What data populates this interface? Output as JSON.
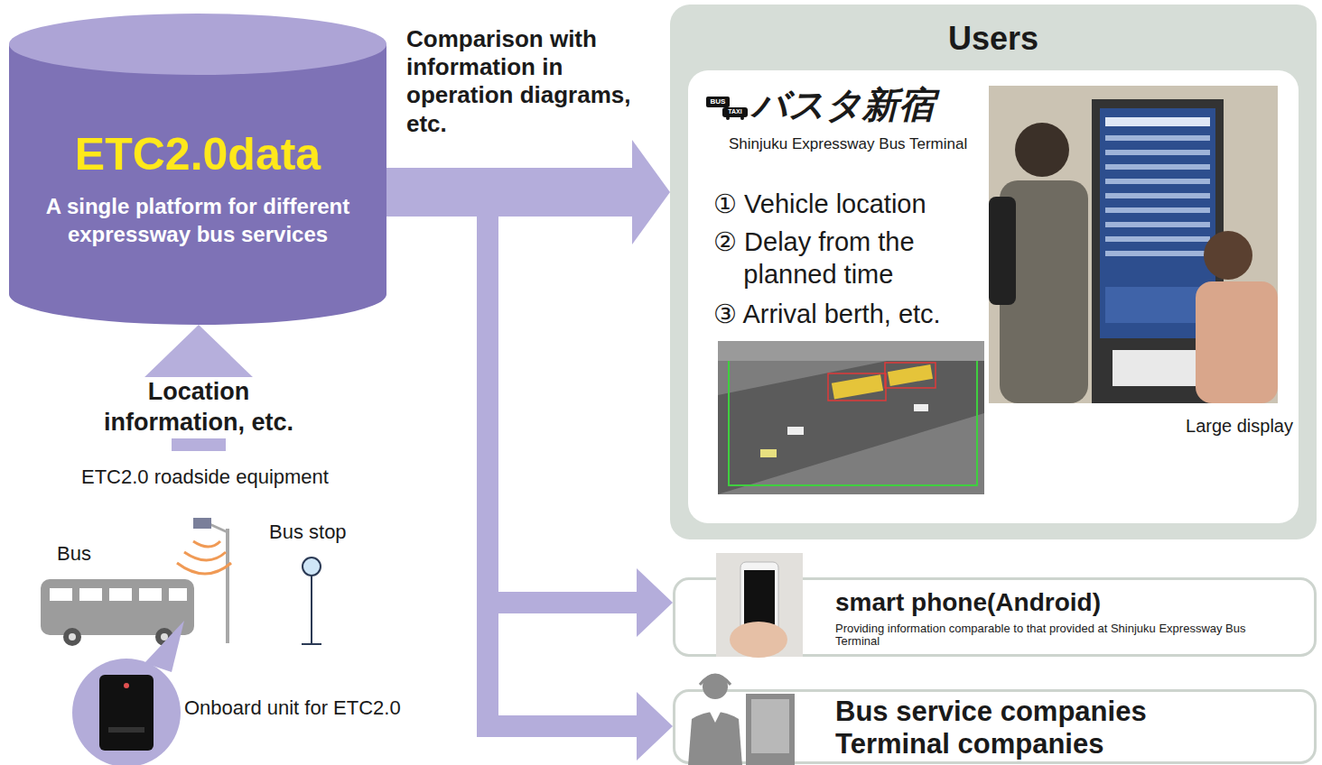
{
  "diagram": {
    "nodes": [
      {
        "text": [
          "ETC2.0data",
          "A single platform for different expressway bus services"
        ]
      },
      {
        "text": [
          "Users"
        ]
      },
      {
        "text": [
          "バスタ新宿",
          "Shinjuku Expressway Bus Terminal",
          "① Vehicle location",
          "② Delay from the planned time",
          "③ Arrival berth, etc.",
          "Large display"
        ],
        "in": 1
      },
      {
        "text": [
          "smart phone(Android)",
          "Providing information comparable to that provided at Shinjuku Expressway Bus Terminal"
        ]
      },
      {
        "text": [
          "Bus service companies",
          "Terminal companies"
        ]
      }
    ],
    "edges": [
      {
        "from": 0,
        "to": 1,
        "arrow": "to",
        "label": "Comparison with information in operation diagrams, etc."
      },
      {
        "from": 0,
        "to": 3,
        "arrow": "to"
      },
      {
        "from": 0,
        "to": 4,
        "arrow": "to"
      }
    ],
    "labels": [
      "Location information, etc.",
      "ETC2.0 roadside equipment",
      "Bus stop",
      "Bus",
      "Onboard unit for ETC2.0",
      "BUS",
      "TAXI"
    ]
  }
}
